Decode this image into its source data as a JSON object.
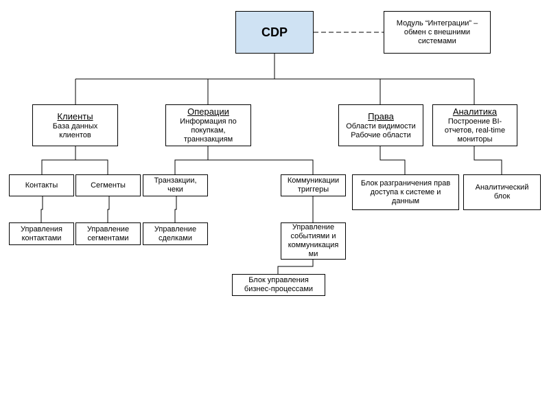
{
  "root": {
    "title": "CDP"
  },
  "integration": {
    "lines": [
      "Модуль “Интеграции” –",
      "обмен с внешними",
      "системами"
    ]
  },
  "modules": {
    "clients": {
      "title": "Клиенты",
      "lines": [
        "База данных",
        "клиентов"
      ],
      "children": {
        "contacts": {
          "lines": [
            "Контакты"
          ],
          "child": {
            "lines": [
              "Управления",
              "контактами"
            ]
          }
        },
        "segments": {
          "lines": [
            "Сегменты"
          ],
          "child": {
            "lines": [
              "Управление",
              "сегментами"
            ]
          }
        }
      }
    },
    "operations": {
      "title": "Операции",
      "lines": [
        "Информация по",
        "покупкам,",
        "траннзакциям"
      ],
      "children": {
        "transactions": {
          "lines": [
            "Транзакции,",
            "чеки"
          ],
          "child": {
            "lines": [
              "Управление",
              "сделками"
            ]
          }
        },
        "communications": {
          "lines": [
            "Коммуникации",
            "триггеры"
          ],
          "child": {
            "lines": [
              "Управление",
              "событиями и",
              "коммуникация",
              "ми"
            ],
            "child": {
              "lines": [
                "Блок управления",
                "бизнес-процессами"
              ]
            }
          }
        }
      }
    },
    "rights": {
      "title": "Права",
      "lines": [
        "Области видимости",
        "Рабочие области"
      ],
      "child": {
        "lines": [
          "Блок разграничения прав",
          "доступа к системе и",
          "данным"
        ]
      }
    },
    "analytics": {
      "title": "Аналитика",
      "lines": [
        "Построение BI-",
        "отчетов, real-time",
        "мониторы"
      ],
      "child": {
        "lines": [
          "Аналитический",
          "блок"
        ]
      }
    }
  },
  "colors": {
    "root_fill": "#cfe2f3",
    "line": "#000000",
    "box_border": "#000000"
  }
}
